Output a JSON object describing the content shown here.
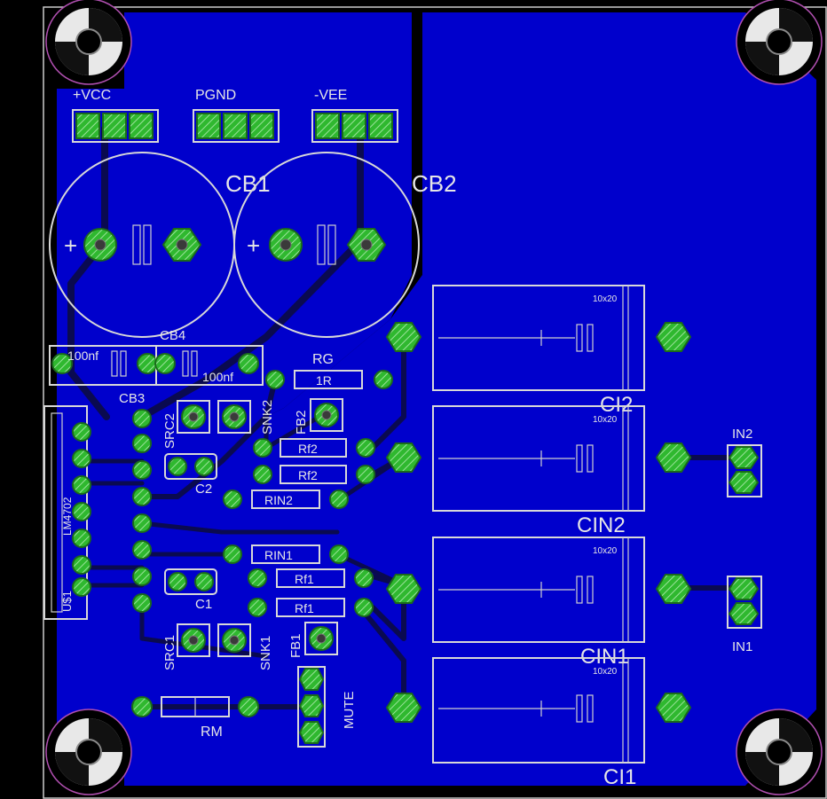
{
  "connectors": {
    "vcc": "+VCC",
    "pgnd": "PGND",
    "vee": "-VEE",
    "in2": "IN2",
    "in1": "IN1",
    "mute": "MUTE"
  },
  "bulk_caps": {
    "cb1": "CB1",
    "cb2": "CB2"
  },
  "small_caps": {
    "cb3": "CB3",
    "cb4": "CB4",
    "cb3_value": "100nf",
    "cb4_value": "100nf",
    "c1": "C1",
    "c2": "C2"
  },
  "electrolytics": {
    "ci2": "CI2",
    "cin2": "CIN2",
    "cin1": "CIN1",
    "ci1": "CI1",
    "size": "10x20"
  },
  "resistors": {
    "rg": "RG",
    "rg_body": "1R",
    "rf2a": "Rf2",
    "rf2b": "Rf2",
    "rin2": "RIN2",
    "rin1": "RIN1",
    "rf1a": "Rf1",
    "rf1b": "Rf1",
    "rm": "RM"
  },
  "misc": {
    "fb2": "FB2",
    "fb1": "FB1",
    "snk2": "SNK2",
    "snk1": "SNK1",
    "src2": "SRC2",
    "src1": "SRC1",
    "ic_part": "LM4702",
    "ic_ref": "U$1"
  },
  "colors": {
    "background": "#000000",
    "copper_pour": "#0000cc",
    "trace": "#0a0a50",
    "pad": "#3ccf3c",
    "silkscreen": "#d8d8d8"
  }
}
